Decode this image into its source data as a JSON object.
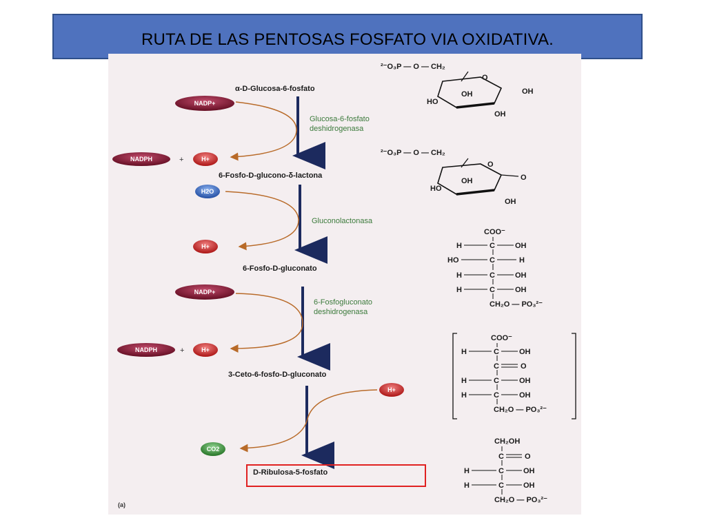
{
  "slide": {
    "title": "RUTA DE LAS PENTOSAS FOSFATO VIA OXIDATIVA."
  },
  "compounds": {
    "c1": "α-D-Glucosa-6-fosfato",
    "c2": "6-Fosfo-D-glucono-δ-lactona",
    "c3": "6-Fosfo-D-gluconato",
    "c4": "3-Ceto-6-fosfo-D-gluconato",
    "c5": "D-Ribulosa-5-fosfato"
  },
  "enzymes": {
    "e1_line1": "Glucosa-6-fosfato",
    "e1_line2": "deshidrogenasa",
    "e2": "Gluconolactonasa",
    "e3_line1": "6-Fosfogluconato",
    "e3_line2": "deshidrogenasa"
  },
  "cofactors": {
    "nadp": "NADP+",
    "nadph": "NADPH",
    "h": "H+",
    "h2o": "H2O",
    "co2": "CO2",
    "plus": "+"
  },
  "structures": {
    "phosphate_ester": "²⁻O₃P — O — CH₂",
    "oh": "OH",
    "ho": "HO",
    "h": "H",
    "c": "C",
    "o": "O",
    "coo": "COO⁻",
    "ch2opo3": "CH₂O — PO₃²⁻",
    "ch2oh": "CH₂OH",
    "eq_o": "O"
  },
  "panel_label": "(a)",
  "colors": {
    "title_bg": "#4f72be",
    "nadp": "#8a1f3c",
    "h": "#d03a3a",
    "h2o": "#3c6fc1",
    "co2": "#3f9a3f",
    "arrow_main": "#1c2a5e",
    "arrow_side": "#b86a28",
    "highlight_box": "#e02020"
  }
}
